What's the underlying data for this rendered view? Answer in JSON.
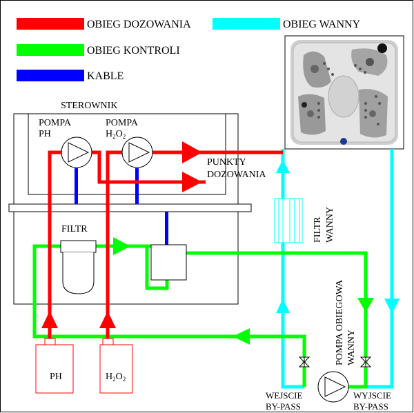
{
  "legend": [
    {
      "label": "OBIEG DOZOWANIA",
      "color": "#ff0000"
    },
    {
      "label": "OBIEG WANNY",
      "color": "#00ffff"
    },
    {
      "label": "OBIEG KONTROLI",
      "color": "#00ff00"
    },
    {
      "label": "KABLE",
      "color": "#0000ff"
    }
  ],
  "controller": {
    "title": "STEROWNIK"
  },
  "pumps": {
    "ph_line1": "POMPA",
    "ph_line2": "PH",
    "h2o2_line1": "POMPA",
    "h2o2_prefix": "H",
    "h2o2_sub1": "2",
    "h2o2_mid": "O",
    "h2o2_sub2": "2"
  },
  "filter": {
    "label": "FILTR"
  },
  "dosing_points": {
    "line1": "PUNKTY",
    "line2": "DOZOWANIA"
  },
  "tub_filter": {
    "line1": "FILTR",
    "line2": "WANNY"
  },
  "circ_pump": {
    "line1": "POMPA OBIEGOWA",
    "line2": "WANNY"
  },
  "tanks": {
    "ph": "PH",
    "h2o2_prefix": "H",
    "h2o2_sub1": "2",
    "h2o2_mid": "O",
    "h2o2_sub2": "2"
  },
  "bypass": {
    "inlet_line1": "WEJSCIE",
    "inlet_line2": "BY-PASS",
    "outlet_line1": "WYJSCIE",
    "outlet_line2": "BY-PASS"
  },
  "colors": {
    "dosing": "#ff0000",
    "tub": "#00ffff",
    "control": "#00ff00",
    "cable": "#0000ff",
    "outline": "#000000"
  }
}
